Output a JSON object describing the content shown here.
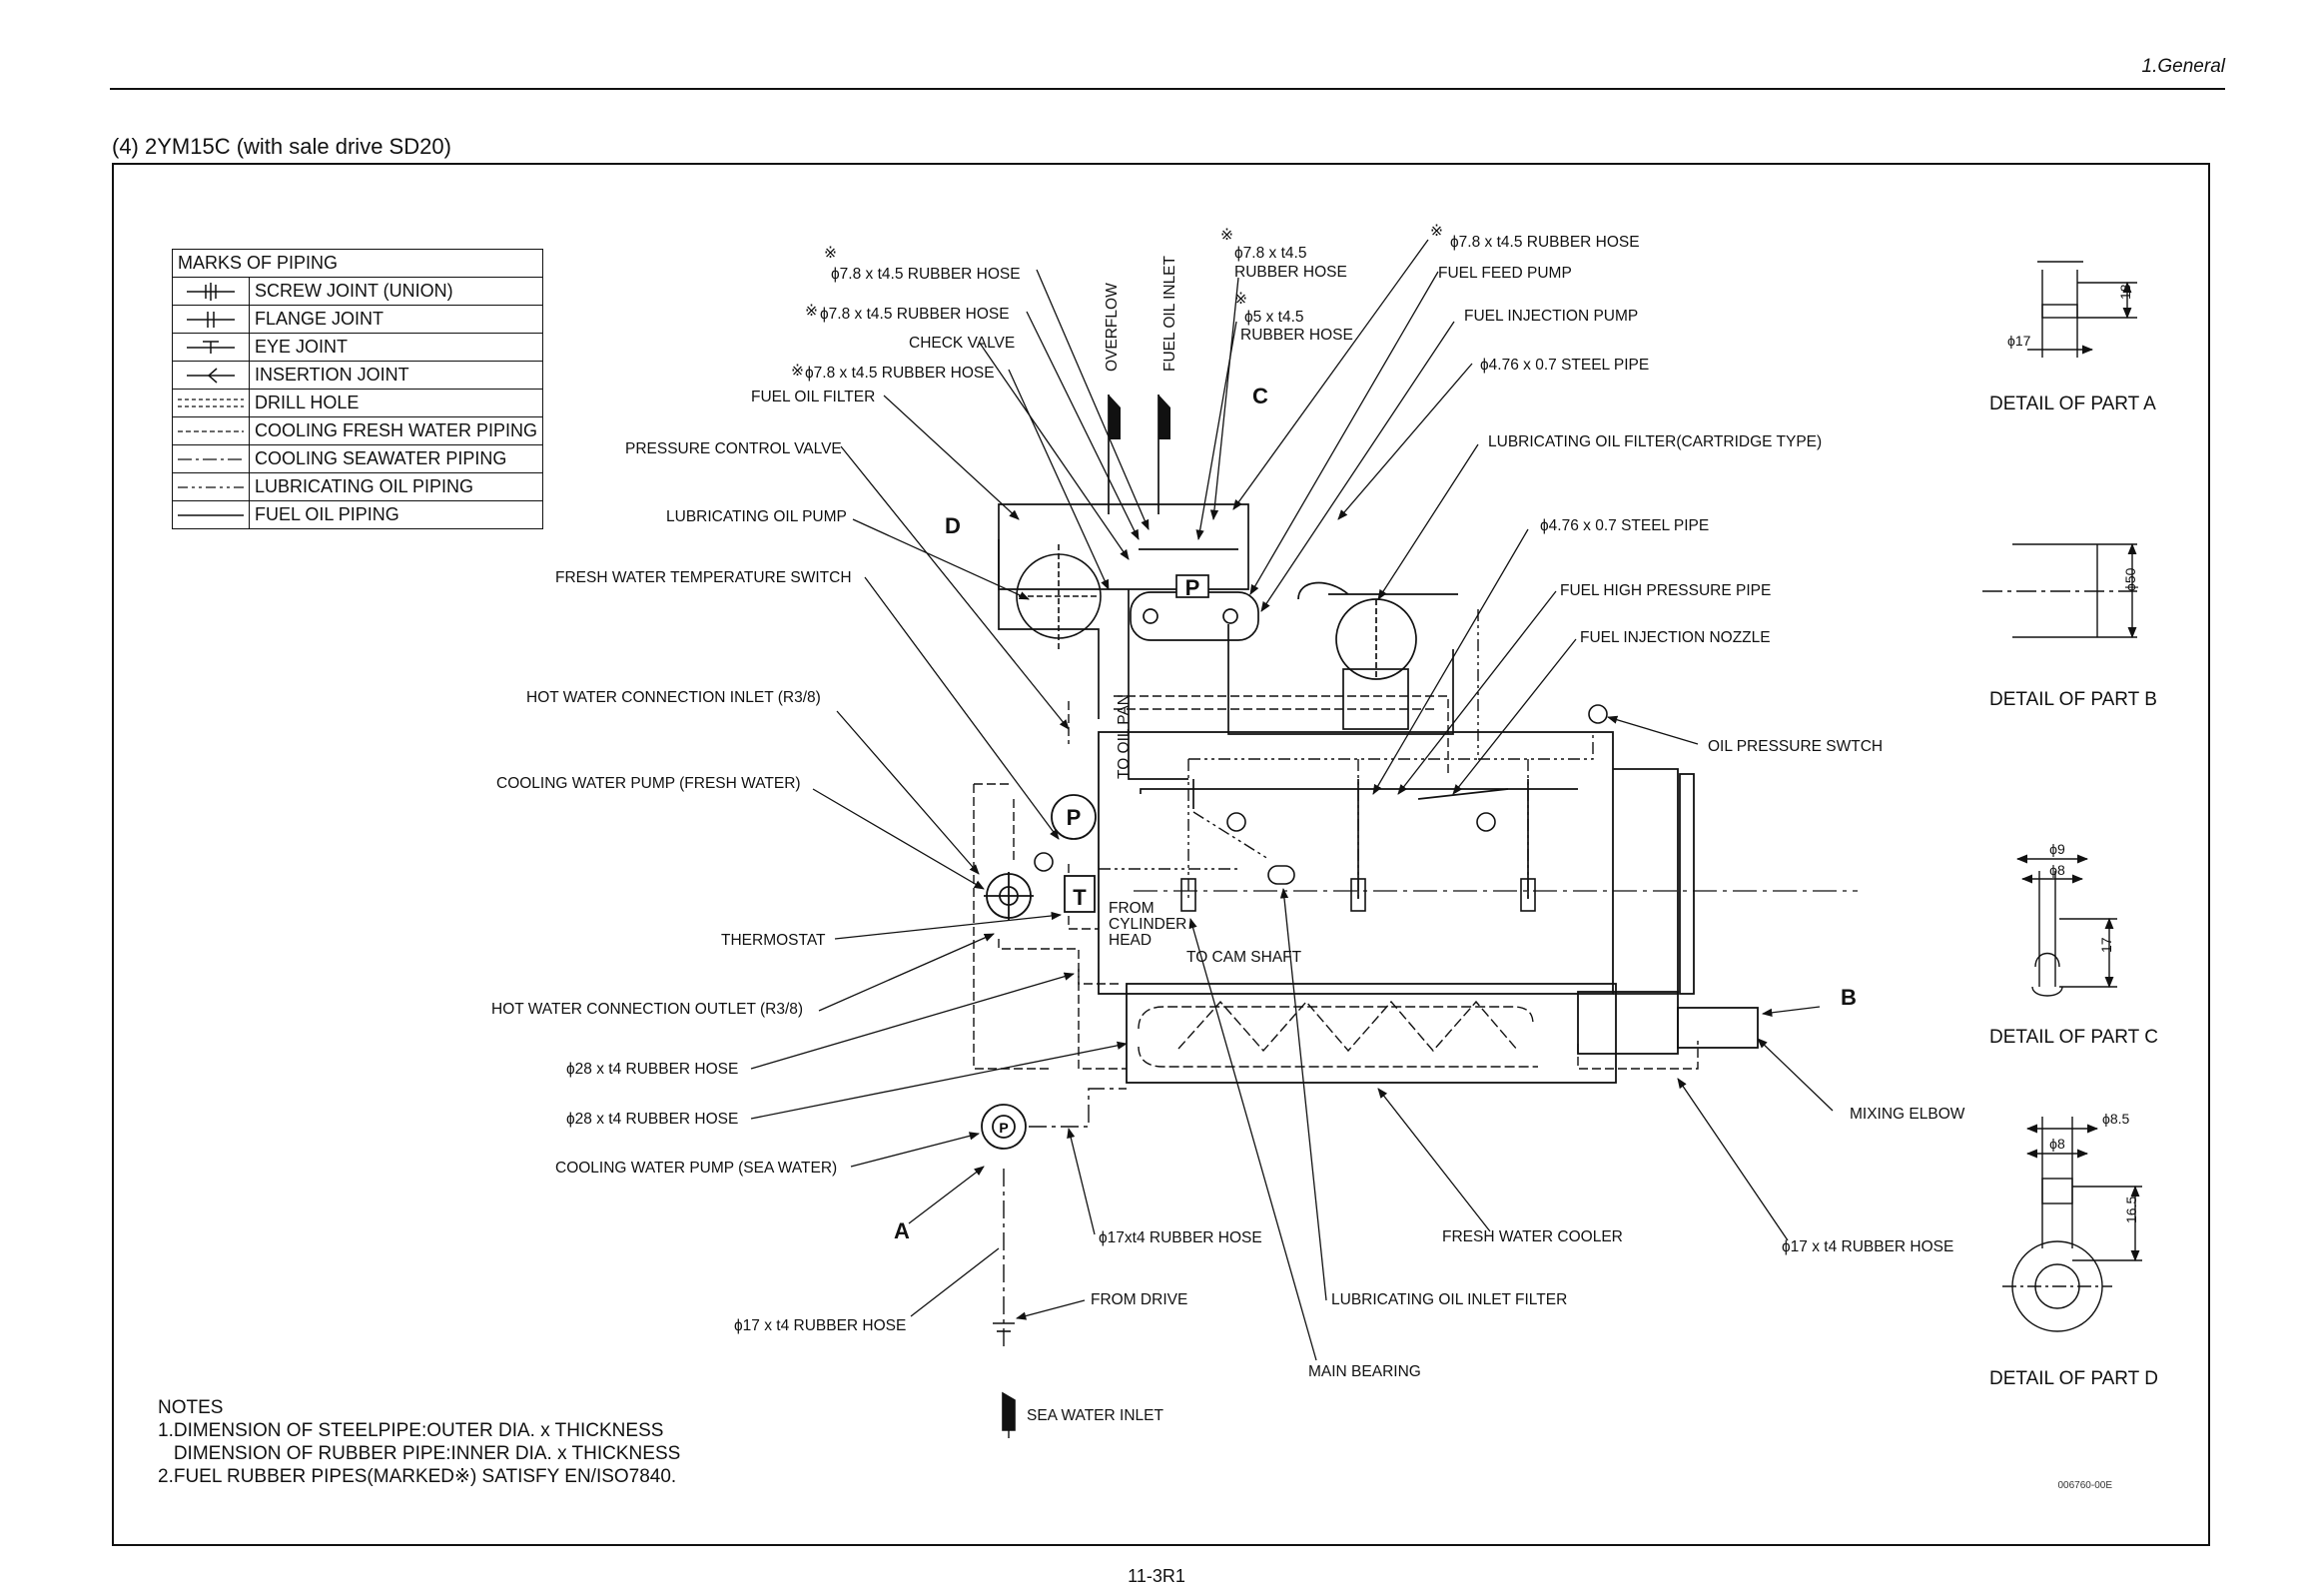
{
  "header": {
    "section": "1.General"
  },
  "section_title": "(4)  2YM15C (with sale drive SD20)",
  "marks_table": {
    "title": "MARKS OF PIPING",
    "rows": [
      {
        "icon": "screw-joint-symbol",
        "label": "SCREW JOINT (UNION)"
      },
      {
        "icon": "flange-joint-symbol",
        "label": "FLANGE JOINT"
      },
      {
        "icon": "eye-joint-symbol",
        "label": "EYE JOINT"
      },
      {
        "icon": "insertion-joint-symbol",
        "label": "INSERTION JOINT"
      },
      {
        "icon": "drill-hole-symbol",
        "label": "DRILL HOLE"
      },
      {
        "icon": "fresh-water-line-symbol",
        "label": "COOLING FRESH WATER PIPING"
      },
      {
        "icon": "seawater-line-symbol",
        "label": "COOLING SEAWATER PIPING"
      },
      {
        "icon": "lube-oil-line-symbol",
        "label": "LUBRICATING OIL PIPING"
      },
      {
        "icon": "fuel-oil-line-symbol",
        "label": "FUEL OIL PIPING"
      }
    ]
  },
  "labels": {
    "hose_a": "ϕ7.8 x t4.5 RUBBER HOSE",
    "hose_b": "ϕ7.8 x t4.5 RUBBER HOSE",
    "check_valve": "CHECK VALVE",
    "hose_c": "ϕ7.8 x t4.5 RUBBER HOSE",
    "fuel_oil_filter": "FUEL OIL FILTER",
    "overflow": "OVERFLOW",
    "fuel_oil_inlet": "FUEL OIL INLET",
    "hose_d1": "ϕ7.8 x t4.5",
    "hose_d2": "RUBBER HOSE",
    "hose_e1": "ϕ5 x t4.5",
    "hose_e2": "RUBBER HOSE",
    "hose_f": "ϕ7.8 x t4.5 RUBBER HOSE",
    "fuel_feed_pump": "FUEL FEED PUMP",
    "fuel_injection_pump": "FUEL INJECTION PUMP",
    "steel_pipe_1": "ϕ4.76 x 0.7 STEEL PIPE",
    "pressure_control_valve": "PRESSURE CONTROL VALVE",
    "lube_oil_filter": "LUBRICATING OIL FILTER(CARTRIDGE TYPE)",
    "lube_oil_pump": "LUBRICATING OIL PUMP",
    "steel_pipe_2": "ϕ4.76 x 0.7 STEEL PIPE",
    "fw_temp_switch": "FRESH WATER TEMPERATURE SWITCH",
    "fuel_hp_pipe": "FUEL HIGH PRESSURE PIPE",
    "fuel_inj_nozzle": "FUEL INJECTION NOZZLE",
    "hot_water_inlet": "HOT WATER CONNECTION INLET (R3/8)",
    "oil_pressure_switch": "OIL PRESSURE SWTCH",
    "to_oil_pan": "TO OIL PAN",
    "cw_pump_fresh": "COOLING WATER PUMP (FRESH WATER)",
    "from_cyl_1": "FROM",
    "from_cyl_2": "CYLINDER",
    "from_cyl_3": "HEAD",
    "to_cam_shaft": "TO CAM SHAFT",
    "thermostat": "THERMOSTAT",
    "hot_water_outlet": "HOT WATER CONNECTION OUTLET (R3/8)",
    "hose_28a": "ϕ28 x t4 RUBBER HOSE",
    "hose_28b": "ϕ28 x t4 RUBBER HOSE",
    "cw_pump_sea": "COOLING WATER PUMP (SEA WATER)",
    "hose_17a": "ϕ17xt4 RUBBER HOSE",
    "fresh_water_cooler": "FRESH WATER COOLER",
    "hose_17b": "ϕ17 x t4 RUBBER HOSE",
    "mixing_elbow": "MIXING ELBOW",
    "from_drive": "FROM DRIVE",
    "lube_inlet_filter": "LUBRICATING OIL INLET FILTER",
    "hose_17c": "ϕ17 x t4 RUBBER HOSE",
    "main_bearing": "MAIN BEARING",
    "sea_water_inlet": "SEA WATER INLET",
    "mark_A": "A",
    "mark_B": "B",
    "mark_C": "C",
    "mark_D": "D",
    "pump_P": "P",
    "thermo_T": "T",
    "asterisk": "※"
  },
  "details": {
    "a_title": "DETAIL OF PART A",
    "a_dia": "ϕ17",
    "a_len": "18",
    "b_title": "DETAIL OF PART B",
    "b_dia": "ϕ50",
    "c_title": "DETAIL OF PART C",
    "c_d1": "ϕ9",
    "c_d2": "ϕ8",
    "c_len": "17",
    "d_title": "DETAIL OF PART D",
    "d_d1": "ϕ8.5",
    "d_d2": "ϕ8",
    "d_len": "16.5"
  },
  "notes": {
    "title": "NOTES",
    "line1": "1.DIMENSION OF STEELPIPE:OUTER DIA. x THICKNESS",
    "line2": "   DIMENSION OF RUBBER PIPE:INNER DIA. x THICKNESS",
    "line3": "2.FUEL RUBBER PIPES(MARKED※) SATISFY EN/ISO7840."
  },
  "drawing_code": "006760-00E",
  "page_number": "11-3R1"
}
